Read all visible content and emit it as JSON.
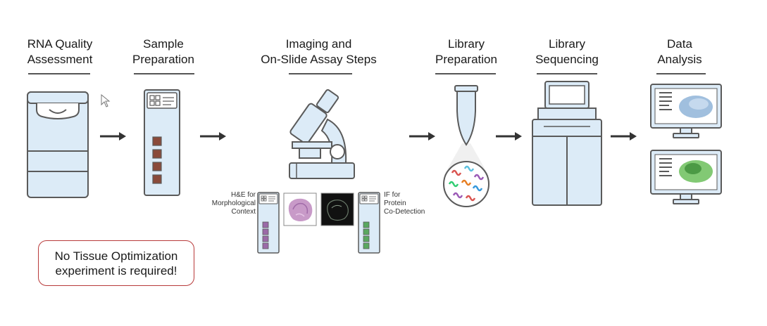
{
  "steps": [
    {
      "line1": "RNA Quality",
      "line2": "Assessment"
    },
    {
      "line1": "Sample",
      "line2": "Preparation"
    },
    {
      "line1": "Imaging and",
      "line2": "On-Slide Assay Steps"
    },
    {
      "line1": "Library",
      "line2": "Preparation"
    },
    {
      "line1": "Library",
      "line2": "Sequencing"
    },
    {
      "line1": "Data",
      "line2": "Analysis"
    }
  ],
  "he_label": {
    "line1": "H&E for",
    "line2": "Morphological",
    "line3": "Context"
  },
  "if_label": {
    "line1": "IF for",
    "line2": "Protein",
    "line3": "Co-Detection"
  },
  "callout": {
    "line1": "No Tissue Optimization",
    "line2": "experiment is required!"
  },
  "colors": {
    "line": "#5a5a5a",
    "fill_blue": "#dcebf7",
    "slide_red": "#8a4a3a",
    "slide_purple": "#9b6aa8",
    "slide_green": "#5aa860",
    "callout_border": "#b83a3a",
    "he_tissue": "#c89ac8",
    "data_green": "#6cbf5c",
    "data_blue": "#8fb4d8"
  }
}
